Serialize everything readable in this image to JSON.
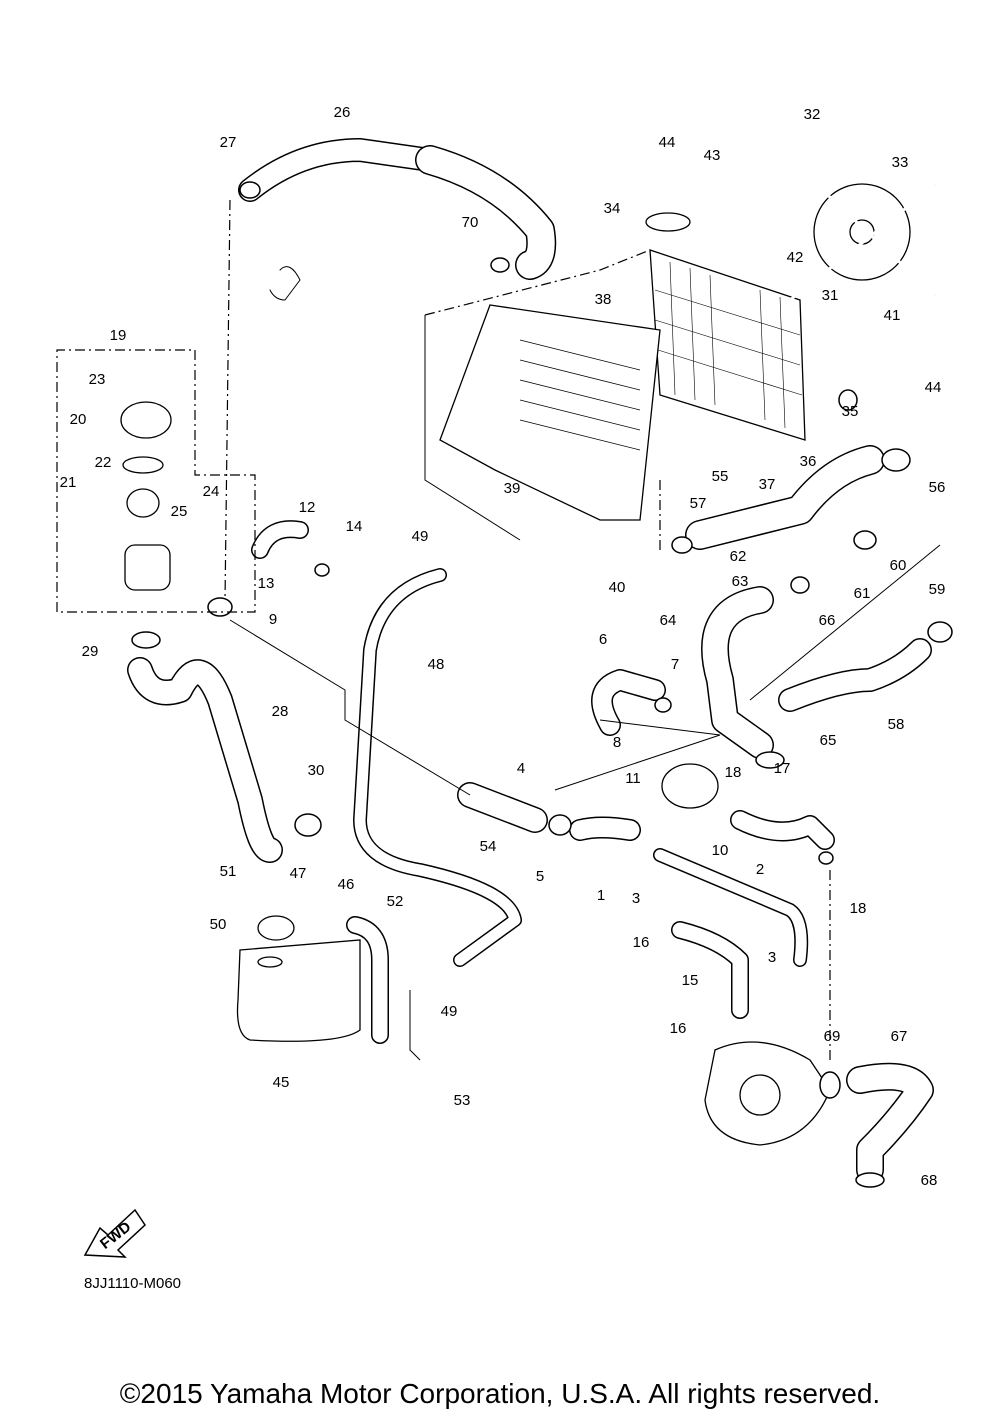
{
  "diagram_code": "8JJ1110-M060",
  "copyright": "©2015 Yamaha Motor Corporation, U.S.A. All rights reserved.",
  "fwd_badge": "FWD",
  "labels": [
    "26",
    "27",
    "70",
    "44",
    "43",
    "32",
    "33",
    "34",
    "42",
    "31",
    "38",
    "19",
    "23",
    "20",
    "22",
    "21",
    "24",
    "25",
    "12",
    "14",
    "13",
    "41",
    "44",
    "35",
    "37",
    "36",
    "55",
    "56",
    "39",
    "57",
    "62",
    "40",
    "49",
    "63",
    "60",
    "61",
    "66",
    "59",
    "9",
    "29",
    "6",
    "7",
    "64",
    "48",
    "28",
    "58",
    "65",
    "8",
    "30",
    "4",
    "11",
    "18",
    "17",
    "54",
    "10",
    "5",
    "1",
    "3",
    "2",
    "18",
    "51",
    "47",
    "46",
    "52",
    "50",
    "16",
    "15",
    "3",
    "49",
    "69",
    "67",
    "45",
    "53",
    "16",
    "68"
  ]
}
